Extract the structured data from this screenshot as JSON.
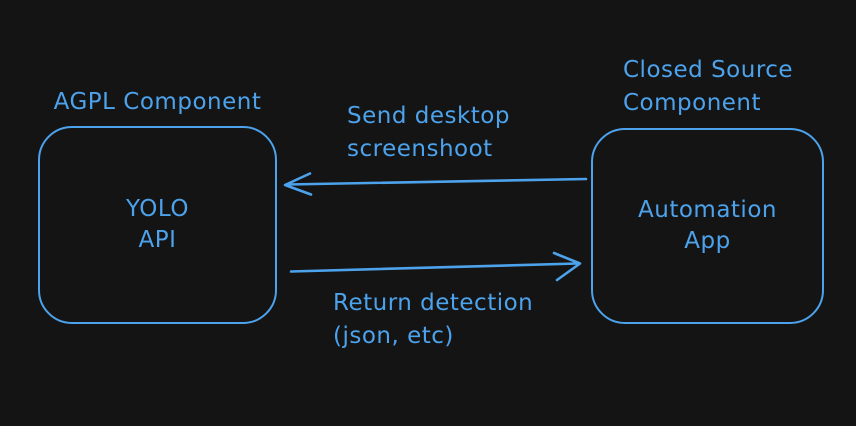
{
  "colors": {
    "background": "#141414",
    "stroke": "#4da2ec"
  },
  "boxes": [
    {
      "id": "yolo-api",
      "caption_lines": [
        "AGPL Component"
      ],
      "label_lines": [
        "YOLO",
        "API"
      ]
    },
    {
      "id": "automation-app",
      "caption_lines": [
        "Closed Source",
        "Component"
      ],
      "label_lines": [
        "Automation",
        "App"
      ]
    }
  ],
  "arrows": [
    {
      "id": "send-screenshot",
      "direction": "left",
      "from": "automation-app",
      "to": "yolo-api",
      "label_lines": [
        "Send desktop",
        "screenshoot"
      ]
    },
    {
      "id": "return-detection",
      "direction": "right",
      "from": "yolo-api",
      "to": "automation-app",
      "label_lines": [
        "Return detection",
        "(json, etc)"
      ]
    }
  ]
}
